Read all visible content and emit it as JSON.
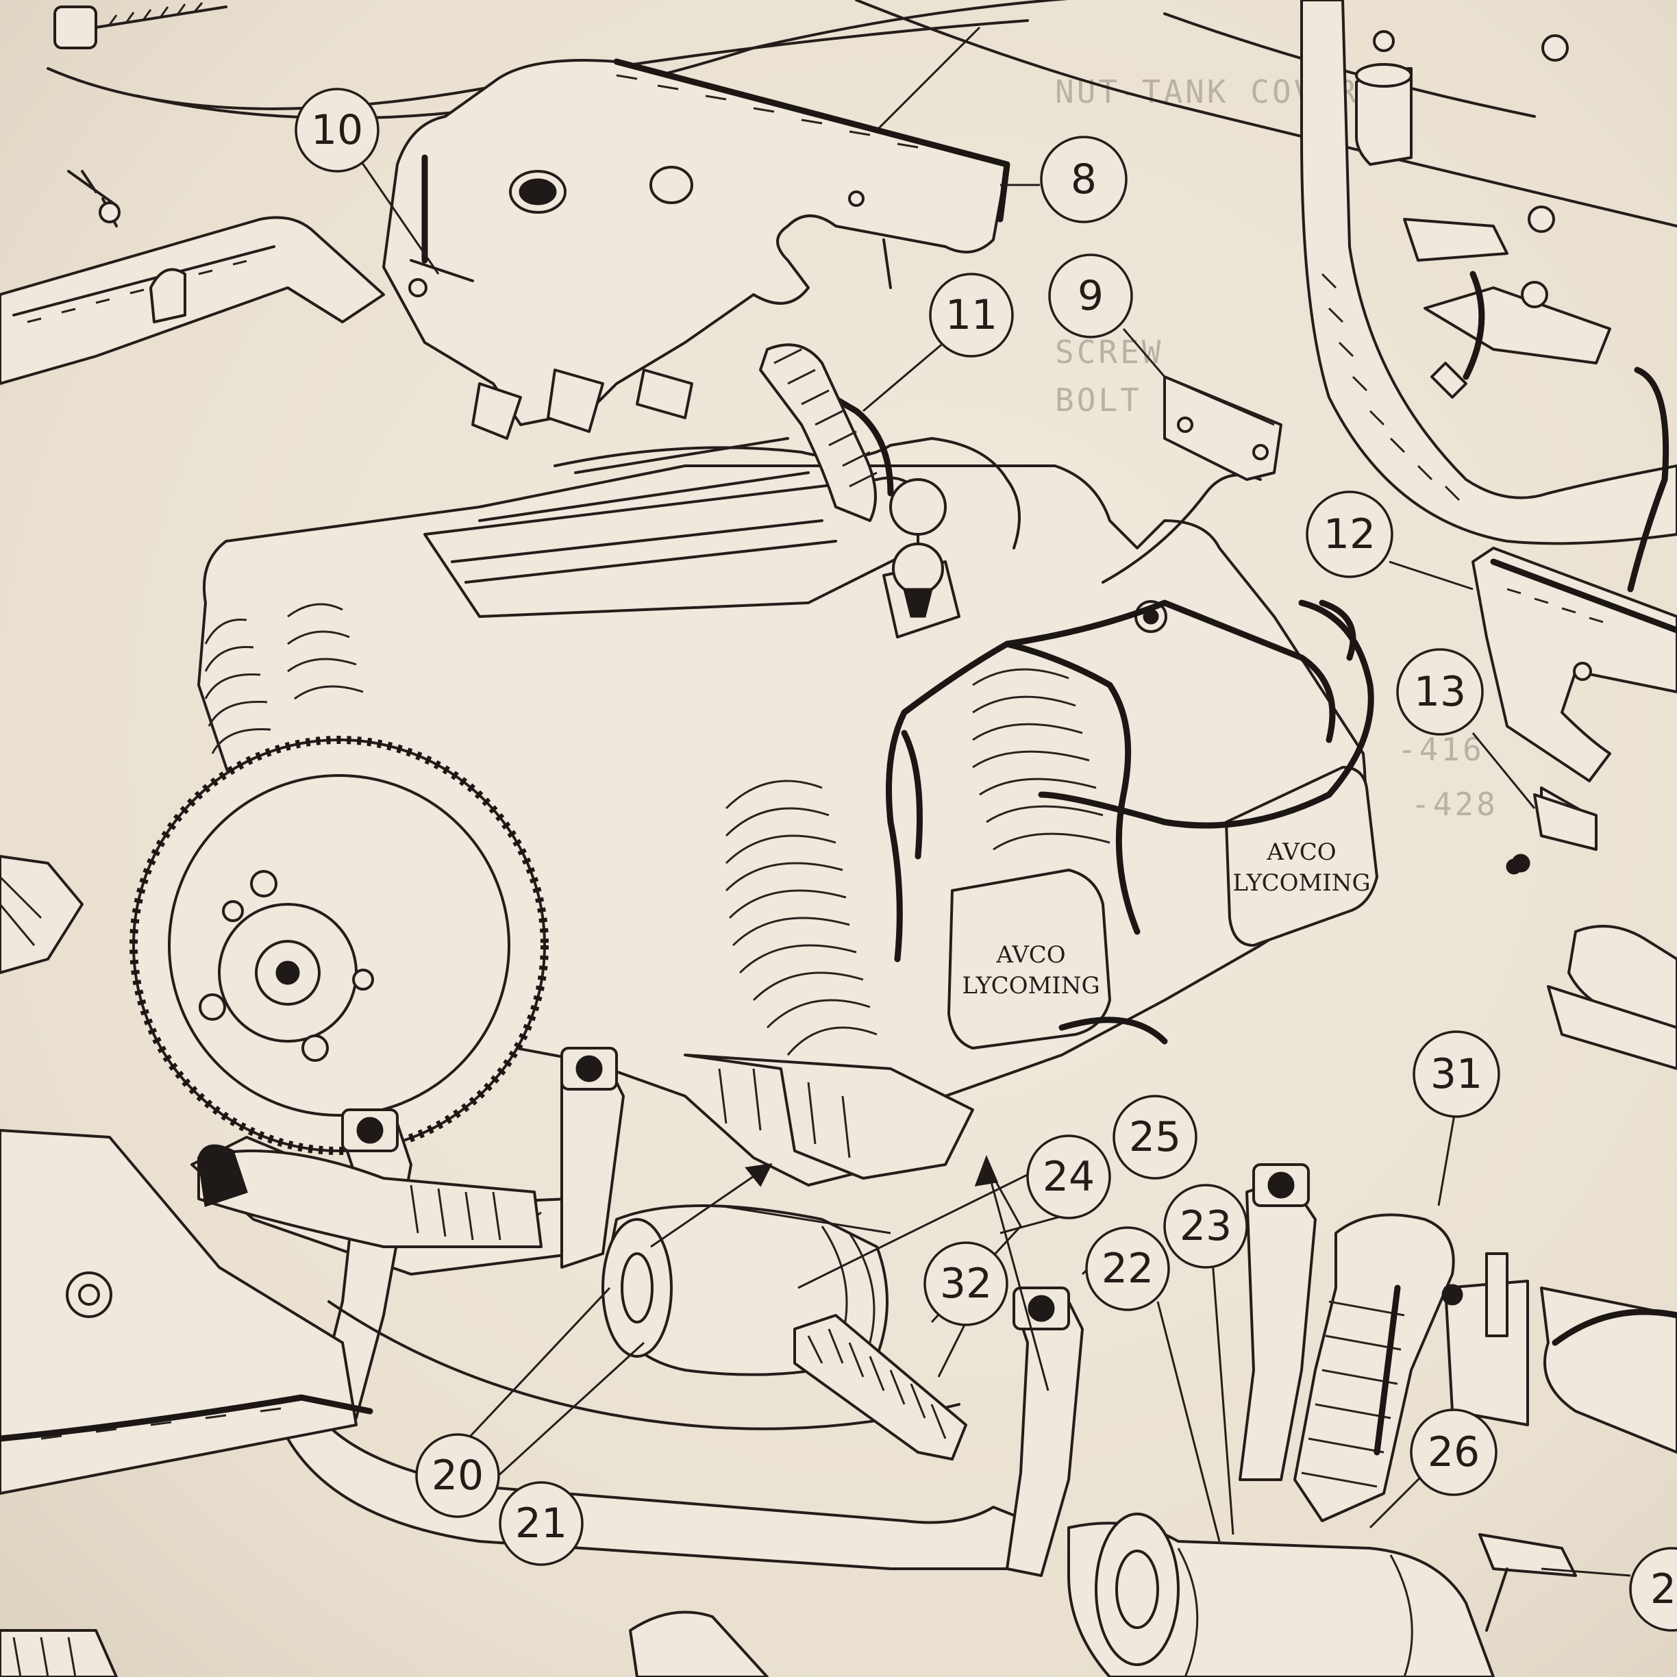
{
  "callouts": [
    {
      "id": "10",
      "label": "10"
    },
    {
      "id": "8",
      "label": "8"
    },
    {
      "id": "9",
      "label": "9"
    },
    {
      "id": "11",
      "label": "11"
    },
    {
      "id": "12",
      "label": "12"
    },
    {
      "id": "13",
      "label": "13"
    },
    {
      "id": "31",
      "label": "31"
    },
    {
      "id": "25",
      "label": "25"
    },
    {
      "id": "24",
      "label": "24"
    },
    {
      "id": "23",
      "label": "23"
    },
    {
      "id": "22",
      "label": "22"
    },
    {
      "id": "32",
      "label": "32"
    },
    {
      "id": "20",
      "label": "20"
    },
    {
      "id": "21",
      "label": "21"
    },
    {
      "id": "26",
      "label": "26"
    },
    {
      "id": "2",
      "label": "2"
    }
  ],
  "engine_branding": {
    "line1": "AVCO",
    "line2": "LYCOMING"
  },
  "bleed_through_text": [
    "NUT-TANK COVER",
    "BOLT",
    "SCREW",
    "-416",
    "-428"
  ]
}
